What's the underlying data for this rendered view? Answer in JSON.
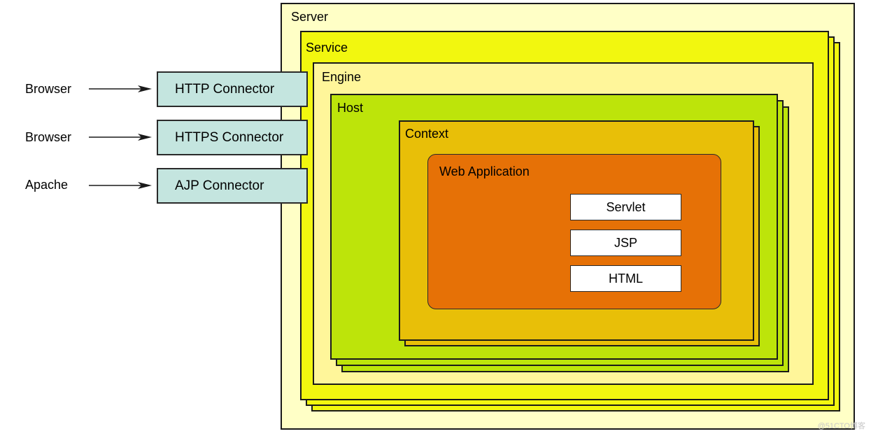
{
  "colors": {
    "server": "#ffffc6",
    "service": "#f2f70f",
    "engine": "#fff69a",
    "host": "#bde40a",
    "context": "#e8bf08",
    "webapp": "#e67106",
    "connector": "#c4e5df"
  },
  "server": {
    "label": "Server"
  },
  "service": {
    "label": "Service"
  },
  "engine": {
    "label": "Engine"
  },
  "host": {
    "label": "Host"
  },
  "context": {
    "label": "Context"
  },
  "web_application": {
    "label": "Web Application",
    "components": [
      "Servlet",
      "JSP",
      "HTML"
    ]
  },
  "connectors": [
    {
      "client": "Browser",
      "label": "HTTP Connector"
    },
    {
      "client": "Browser",
      "label": "HTTPS Connector"
    },
    {
      "client": "Apache",
      "label": "AJP Connector"
    }
  ],
  "watermark": "@51CTO博客"
}
